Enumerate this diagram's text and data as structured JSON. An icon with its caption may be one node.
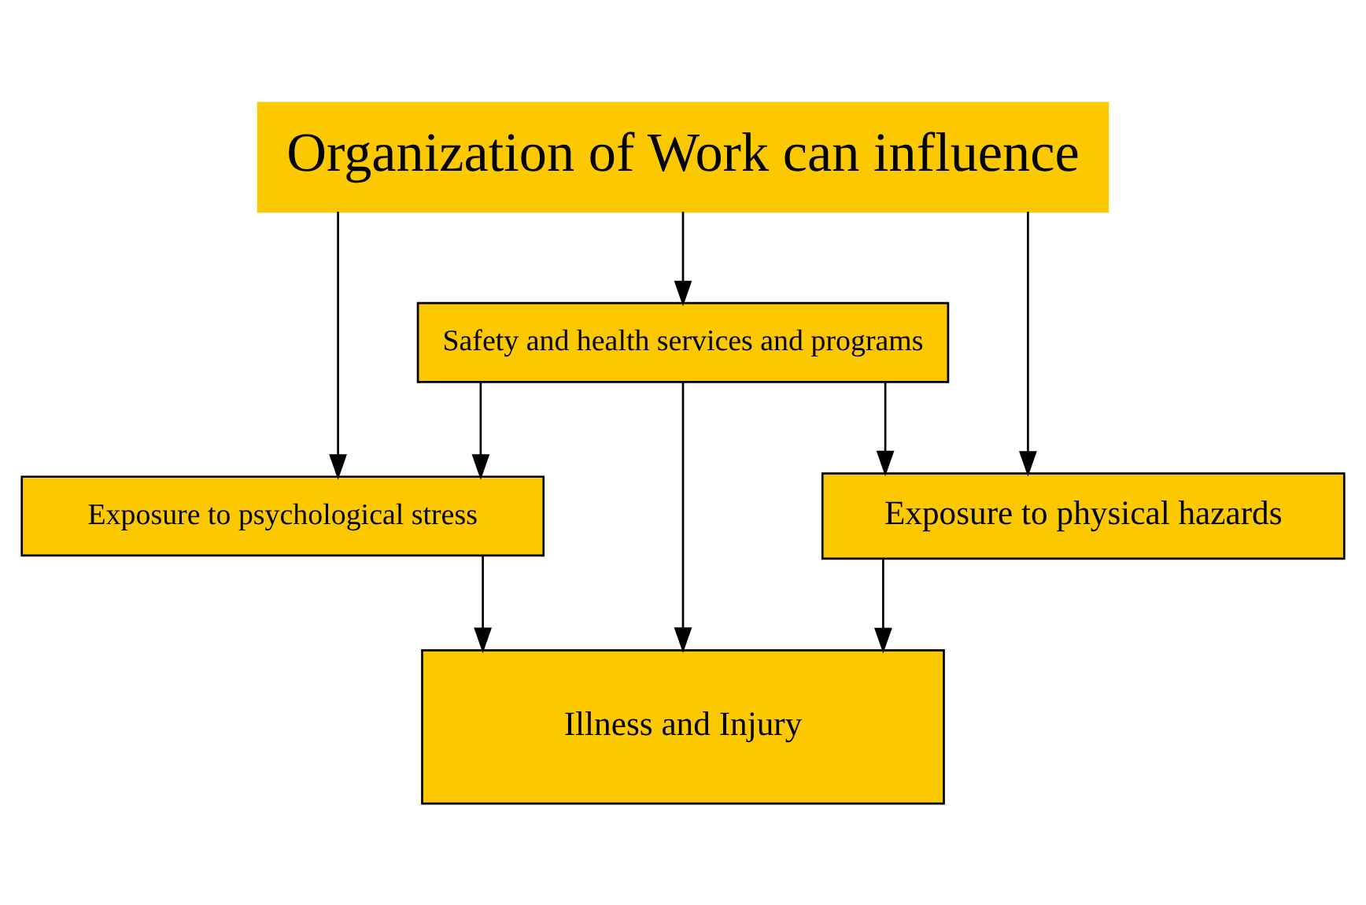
{
  "diagram": {
    "nodes": [
      {
        "text": [
          "Organization of Work can influence"
        ]
      },
      {
        "text": [
          "Safety and health services and programs"
        ]
      },
      {
        "text": [
          "Exposure to psychological stress"
        ]
      },
      {
        "text": [
          "Exposure to physical hazards"
        ]
      },
      {
        "text": [
          "Illness and Injury"
        ]
      }
    ],
    "edges": [
      {
        "from": 0,
        "to": 1,
        "arrow": "to"
      },
      {
        "from": 0,
        "to": 2,
        "arrow": "to"
      },
      {
        "from": 0,
        "to": 3,
        "arrow": "to"
      },
      {
        "from": 1,
        "to": 2,
        "arrow": "to"
      },
      {
        "from": 1,
        "to": 3,
        "arrow": "to"
      },
      {
        "from": 2,
        "to": 4,
        "arrow": "to"
      },
      {
        "from": 3,
        "to": 4,
        "arrow": "to"
      },
      {
        "from": 1,
        "to": 4,
        "arrow": "to"
      }
    ]
  }
}
